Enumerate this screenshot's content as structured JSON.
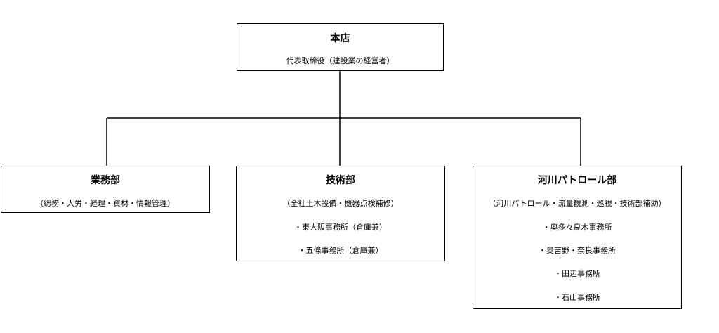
{
  "headquarters": {
    "title": "本店",
    "subtitle": "代表取締役（建設業の経営者）"
  },
  "departments": [
    {
      "title": "業務部",
      "subtitle": "（総務・人労・経理・資材・情報管理）",
      "offices": []
    },
    {
      "title": "技術部",
      "subtitle": "（全社土木設備・機器点検補修）",
      "offices": [
        "・東大阪事務所（倉庫兼）",
        "・五條事務所（倉庫兼）"
      ]
    },
    {
      "title": "河川パトロール部",
      "subtitle": "（河川パトロール・流量観測・巡視・技術部補助）",
      "offices": [
        "・奥多々良木事務所",
        "・奥吉野・奈良事務所",
        "・田辺事務所",
        "・石山事務所"
      ]
    }
  ]
}
